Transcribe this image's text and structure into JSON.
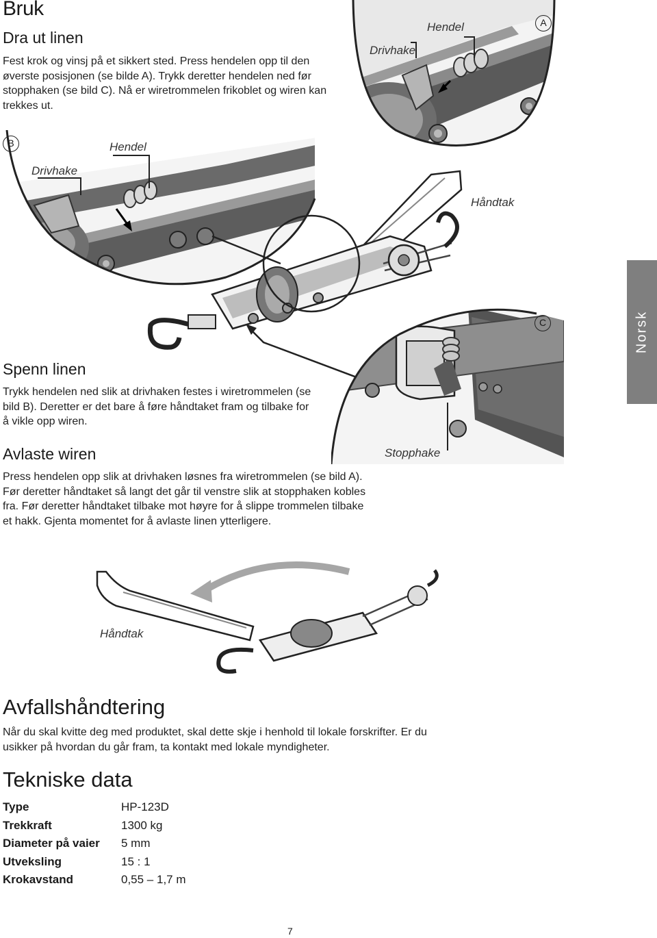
{
  "page_title": "Bruk",
  "section_dra": {
    "heading": "Dra ut linen",
    "text": "Fest krok og vinsj på et sikkert sted. Press hendelen opp til den øverste posisjonen (se bilde A). Trykk deretter hendelen ned før stopphaken (se bild C). Nå er wiretrommelen frikoblet og wiren kan trekkes ut."
  },
  "section_spenn": {
    "heading": "Spenn linen",
    "text": "Trykk hendelen ned slik at drivhaken festes i wiretrommelen (se bild B). Deretter er det bare å føre håndtaket fram og tilbake for å vikle opp wiren."
  },
  "section_avlaste": {
    "heading": "Avlaste wiren",
    "text": "Press hendelen opp slik at drivhaken løsnes fra wiretrommelen (se bild A). Før deretter håndtaket så langt det går til venstre slik at stopphaken kobles fra. Før deretter håndtaket tilbake mot høyre for å slippe trommelen tilbake et hakk. Gjenta momentet for å avlaste linen ytterligere."
  },
  "section_avfall": {
    "heading": "Avfallshåndtering",
    "text": "Når du skal kvitte deg med produktet, skal dette skje i henhold til lokale forskrifter. Er du usikker på hvordan du går fram, ta kontakt med lokale myndigheter."
  },
  "section_tekniske": {
    "heading": "Tekniske data",
    "rows": [
      {
        "key": "Type",
        "value": "HP-123D"
      },
      {
        "key": "Trekkraft",
        "value": "1300 kg"
      },
      {
        "key": "Diameter på vaier",
        "value": "5 mm"
      },
      {
        "key": "Utveksling",
        "value": "15 : 1"
      },
      {
        "key": "Krokavstand",
        "value": "0,55 – 1,7 m"
      }
    ]
  },
  "side_tab": "Norsk",
  "page_number": "7",
  "figure_labels": {
    "a_badge": "A",
    "a_hendel": "Hendel",
    "a_drivhake": "Drivhake",
    "b_badge": "B",
    "b_hendel": "Hendel",
    "b_drivhake": "Drivhake",
    "handtak_top": "Håndtak",
    "c_badge": "C",
    "stopphake": "Stopphake",
    "handtak_bottom": "Håndtak"
  },
  "colors": {
    "tab_gray": "#7f7f7f",
    "metal_dark": "#555555",
    "metal_mid": "#8a8a8a",
    "metal_light": "#c8c8c8",
    "arrow_gray": "#a6a6a6"
  }
}
